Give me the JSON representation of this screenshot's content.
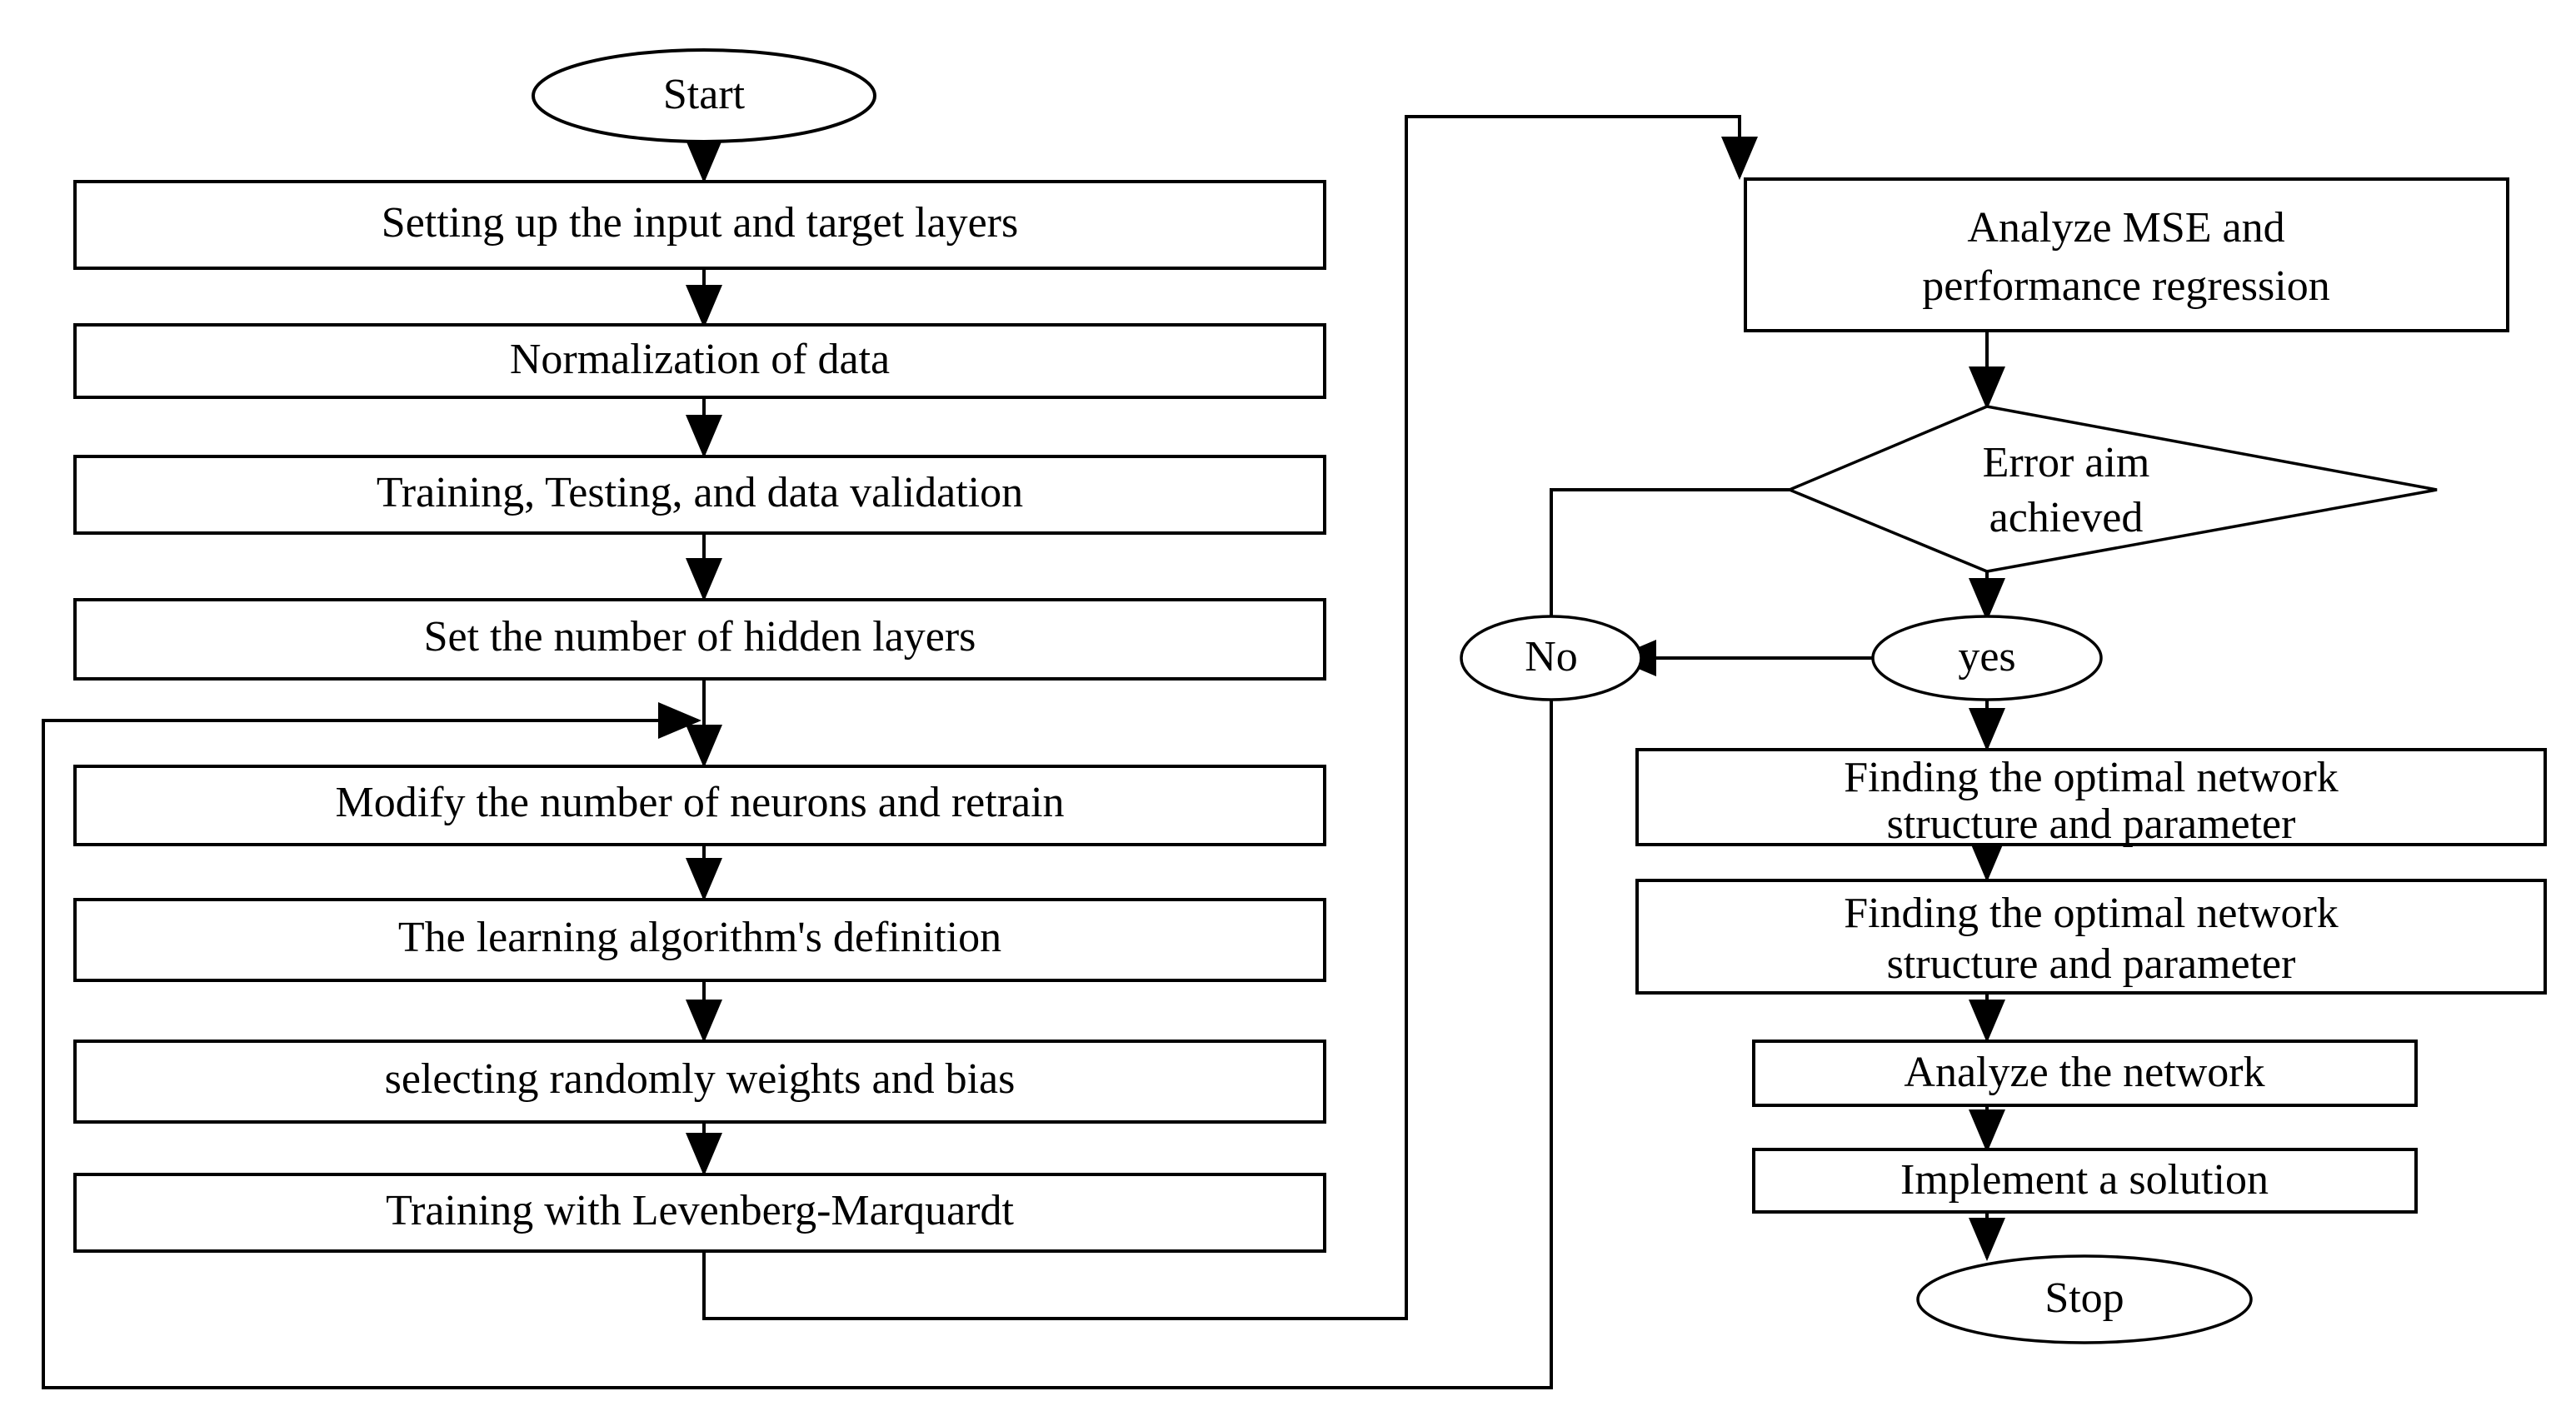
{
  "diagram": {
    "type": "flowchart",
    "title": "Neural network training and optimization flowchart",
    "terminals": {
      "start": "Start",
      "stop": "Stop"
    },
    "decision": {
      "line1": "Error aim",
      "line2": "achieved",
      "branch_no": "No",
      "branch_yes": "yes"
    },
    "left_column": [
      {
        "id": "setting-up",
        "label": "Setting up the input and target layers"
      },
      {
        "id": "normalization",
        "label": "Normalization of data"
      },
      {
        "id": "training-testing",
        "label": "Training, Testing, and data validation"
      },
      {
        "id": "hidden-layers",
        "label": "Set the number of hidden layers"
      },
      {
        "id": "modify-neurons",
        "label": "Modify the number of neurons and retrain"
      },
      {
        "id": "learning-algorithm",
        "label": "The learning algorithm's definition"
      },
      {
        "id": "weights-bias",
        "label": "selecting randomly weights and bias"
      },
      {
        "id": "levenberg",
        "label": "Training with Levenberg-Marquardt"
      }
    ],
    "right_column": [
      {
        "id": "analyze-mse",
        "line1": "Analyze MSE and",
        "line2": "performance regression"
      },
      {
        "id": "optimal-network-1",
        "line1": "Finding the optimal network",
        "line2": "structure and parameter"
      },
      {
        "id": "optimal-network-2",
        "line1": "Finding the optimal network",
        "line2": "structure and parameter"
      },
      {
        "id": "analyze-network",
        "label": "Analyze the network"
      },
      {
        "id": "implement-solution",
        "label": "Implement a solution"
      }
    ],
    "colors": {
      "stroke": "#000000",
      "fill": "#ffffff",
      "text": "#000000",
      "background": "#ffffff"
    }
  }
}
